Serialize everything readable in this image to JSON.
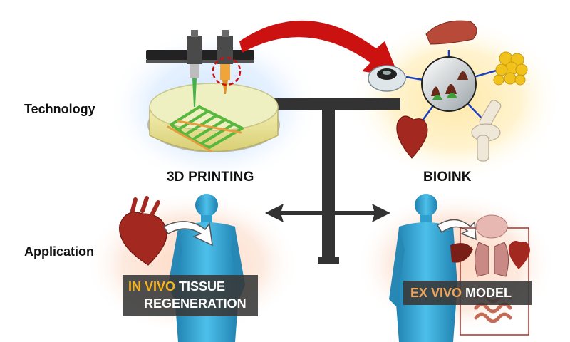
{
  "labels": {
    "technology": "Technology",
    "application": "Application"
  },
  "captions": {
    "printing": "3D PRINTING",
    "bioink": "BIOINK"
  },
  "plates": {
    "in_vivo_highlight": "IN VIVO",
    "in_vivo_rest": "TISSUE",
    "in_vivo_line2": "REGENERATION",
    "ex_vivo_highlight": "EX VIVO",
    "ex_vivo_rest": "MODEL"
  },
  "colors": {
    "highlight_yellow": "#f5b21a",
    "highlight_orange": "#f0a35a",
    "connector": "#333333",
    "arrow_red": "#cc1111",
    "body_blue": "#2f9fcf"
  }
}
